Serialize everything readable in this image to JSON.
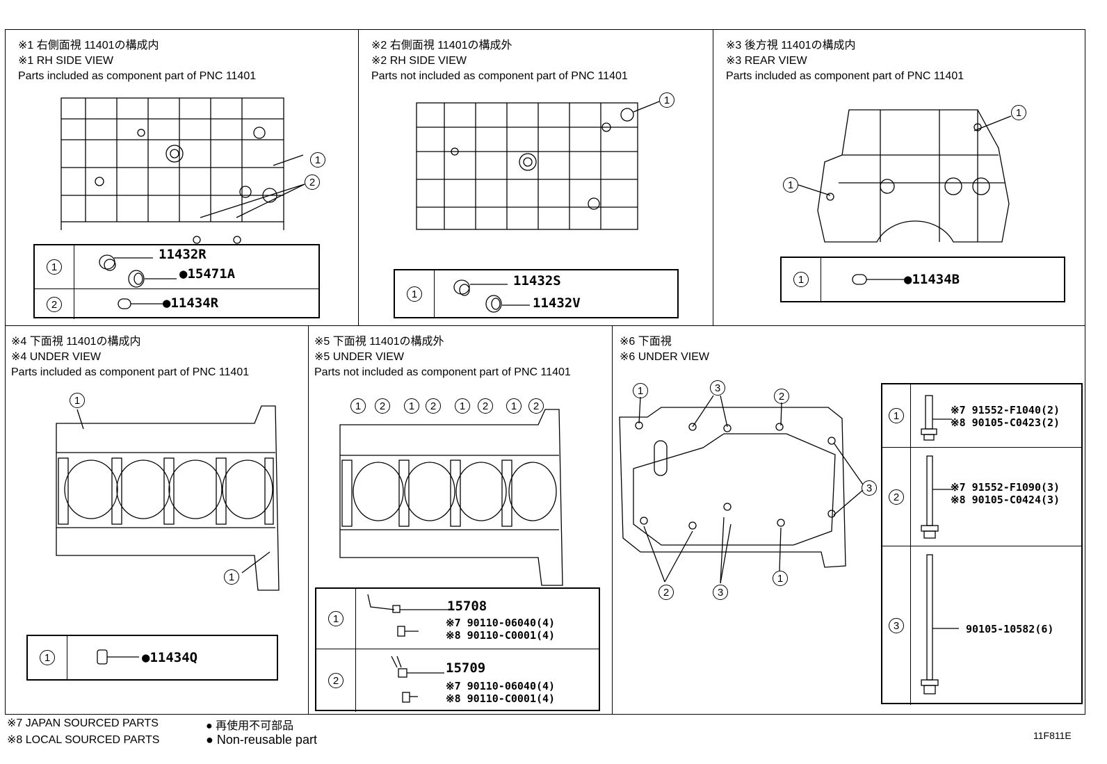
{
  "panels": {
    "p1": {
      "title_jp": "※1 右側面視 11401の構成内",
      "title_en": "※1 RH SIDE VIEW",
      "desc": "Parts included as component part of PNC 11401"
    },
    "p2": {
      "title_jp": "※2 右側面視 11401の構成外",
      "title_en": "※2 RH SIDE VIEW",
      "desc": "Parts not included as component part of PNC 11401"
    },
    "p3": {
      "title_jp": "※3 後方視 11401の構成内",
      "title_en": "※3 REAR VIEW",
      "desc": "Parts included as component part of PNC 11401"
    },
    "p4": {
      "title_jp": "※4 下面視 11401の構成内",
      "title_en": "※4 UNDER VIEW",
      "desc": "Parts included as component part of PNC 11401"
    },
    "p5": {
      "title_jp": "※5 下面視 11401の構成外",
      "title_en": "※5 UNDER VIEW",
      "desc": "Parts not included as component part of PNC 11401"
    },
    "p6": {
      "title_jp": "※6 下面視",
      "title_en": "※6 UNDER VIEW"
    }
  },
  "callouts": {
    "one": "1",
    "two": "2",
    "three": "3"
  },
  "parts": {
    "p1_r1a": "11432R",
    "p1_r1b": "●15471A",
    "p1_r2": "●11434R",
    "p2_r1a": "11432S",
    "p2_r1b": "11432V",
    "p3_r1": "●11434B",
    "p4_r1": "●11434Q",
    "p5_r1a": "15708",
    "p5_r1b": "※7 90110-06040(4)",
    "p5_r1c": "※8 90110-C0001(4)",
    "p5_r2a": "15709",
    "p5_r2b": "※7 90110-06040(4)",
    "p5_r2c": "※8 90110-C0001(4)",
    "p6_r1a": "※7 91552-F1040(2)",
    "p6_r1b": "※8 90105-C0423(2)",
    "p6_r2a": "※7 91552-F1090(3)",
    "p6_r2b": "※8 90105-C0424(3)",
    "p6_r3": "90105-10582(6)"
  },
  "footer": {
    "jp_src": "※7 JAPAN SOURCED PARTS",
    "local_src": "※8 LOCAL SOURCED PARTS",
    "nonreuse_jp": "● 再使用不可部品",
    "nonreuse_en": "● Non-reusable part",
    "code": "11F811E"
  }
}
